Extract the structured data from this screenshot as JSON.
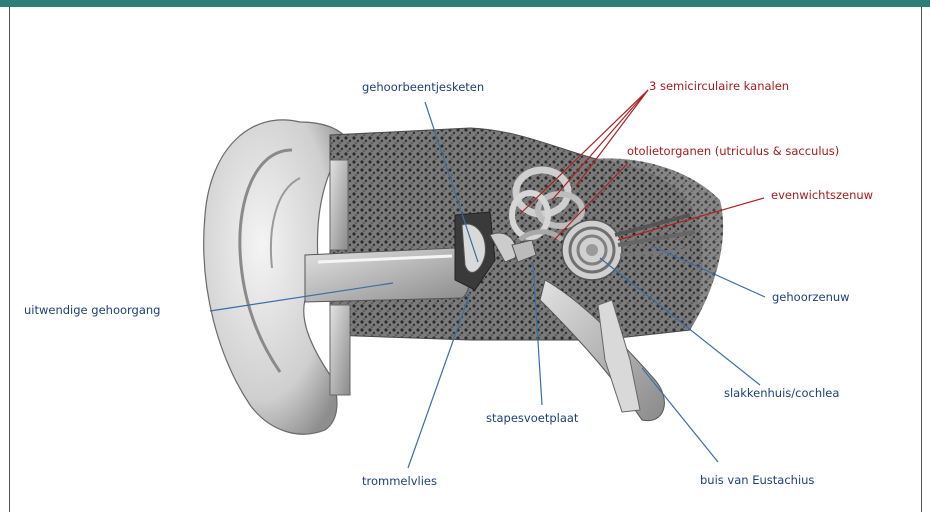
{
  "labels": {
    "ossicles": "gehoorbeentjesketen",
    "semicircular": "3 semicirculaire kanalen",
    "otolith": "otolietorganen (utriculus & sacculus)",
    "vestibular_nerve": "evenwichtszenuw",
    "ear_canal": "uitwendige gehoorgang",
    "auditory_nerve": "gehoorzenuw",
    "cochlea": "slakkenhuis/cochlea",
    "stapes": "stapesvoetplaat",
    "eardrum": "trommelvlies",
    "eustachian": "buis van Eustachius"
  },
  "colors": {
    "blue_label": "#1f3f7a",
    "red_label": "#a71b1b",
    "header_bar": "#2f7d78"
  }
}
